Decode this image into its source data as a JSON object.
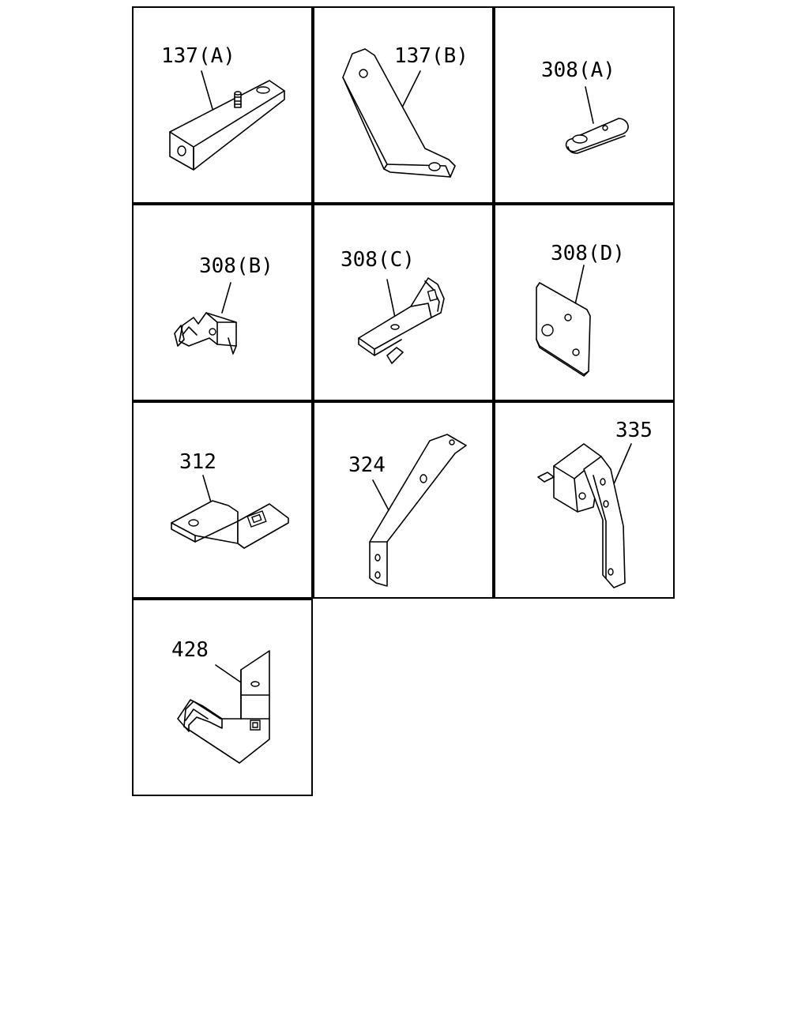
{
  "parts": [
    {
      "id": "p137a",
      "label": "137(A)"
    },
    {
      "id": "p137b",
      "label": "137(B)"
    },
    {
      "id": "p308a",
      "label": "308(A)"
    },
    {
      "id": "p308b",
      "label": "308(B)"
    },
    {
      "id": "p308c",
      "label": "308(C)"
    },
    {
      "id": "p308d",
      "label": "308(D)"
    },
    {
      "id": "p312",
      "label": "312"
    },
    {
      "id": "p324",
      "label": "324"
    },
    {
      "id": "p335",
      "label": "335"
    },
    {
      "id": "p428",
      "label": "428"
    }
  ]
}
